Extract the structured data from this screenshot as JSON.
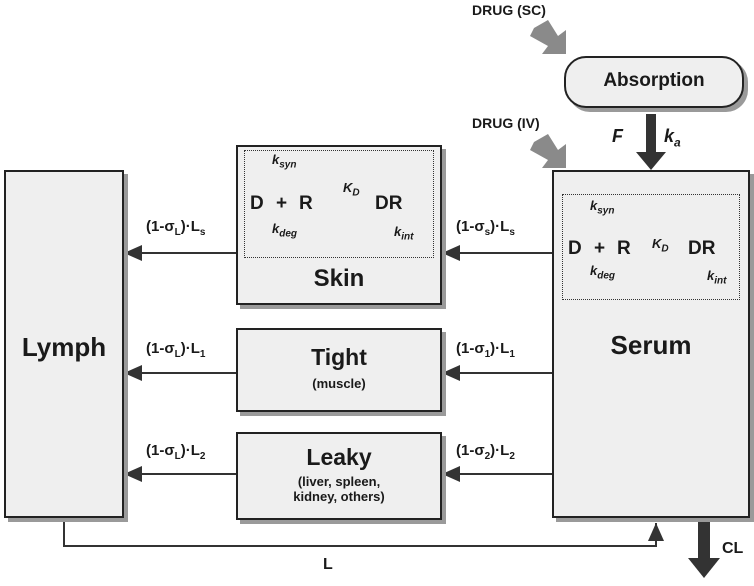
{
  "labels": {
    "drug_sc": "DRUG (SC)",
    "drug_iv": "DRUG (IV)",
    "absorption": "Absorption",
    "F": "F",
    "ka_main": "k",
    "ka_sub": "a",
    "lymph": "Lymph",
    "serum": "Serum",
    "skin": "Skin",
    "tight": "Tight",
    "tight_sub": "(muscle)",
    "leaky": "Leaky",
    "leaky_sub1": "(liver, spleen,",
    "leaky_sub2": "kidney, others)",
    "L": "L",
    "CL": "CL"
  },
  "binding": {
    "D": "D",
    "plus": "+",
    "R": "R",
    "DR": "DR",
    "ksyn_main": "k",
    "ksyn_sub": "syn",
    "kD_main": "K",
    "kD_sub": "D",
    "kdeg_main": "k",
    "kdeg_sub": "deg",
    "kint_main": "k",
    "kint_sub": "int"
  },
  "flows": {
    "left_s_a": "(1-σ",
    "left_s_b": "L",
    "left_s_c": ")·L",
    "left_s_d": "s",
    "left_1_a": "(1-σ",
    "left_1_b": "L",
    "left_1_c": ")·L",
    "left_1_d": "1",
    "left_2_a": "(1-σ",
    "left_2_b": "L",
    "left_2_c": ")·L",
    "left_2_d": "2",
    "right_s_a": "(1-σ",
    "right_s_b": "s",
    "right_s_c": ")·L",
    "right_s_d": "s",
    "right_1_a": "(1-σ",
    "right_1_b": "1",
    "right_1_c": ")·L",
    "right_1_d": "1",
    "right_2_a": "(1-σ",
    "right_2_b": "2",
    "right_2_c": ")·L",
    "right_2_d": "2"
  }
}
